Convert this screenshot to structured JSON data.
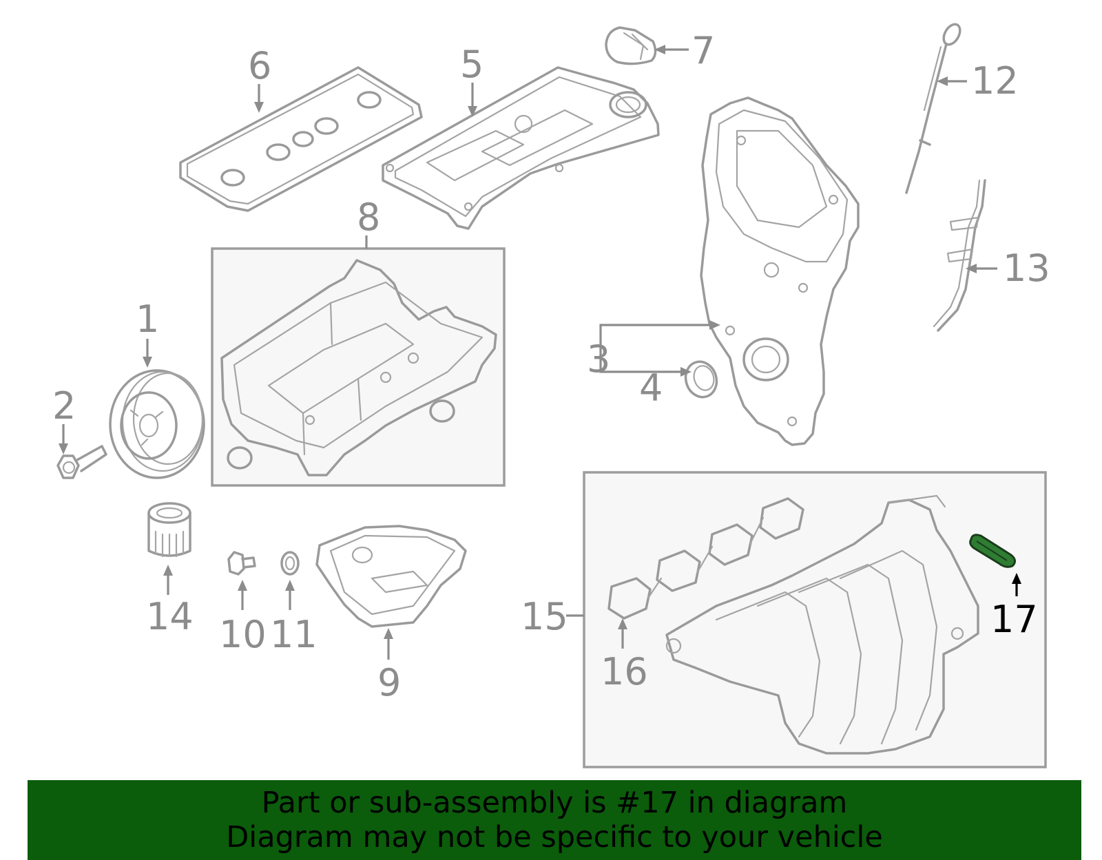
{
  "colors": {
    "banner_bg": "#0b5c0b",
    "part_stroke": "#9a9a9a",
    "callout_text": "#8c8c8c",
    "highlight_part": "#2e7d32",
    "highlight_label": "#000000"
  },
  "callouts": {
    "c1": "1",
    "c2": "2",
    "c3": "3",
    "c4": "4",
    "c5": "5",
    "c6": "6",
    "c7": "7",
    "c8": "8",
    "c9": "9",
    "c10": "10",
    "c11": "11",
    "c12": "12",
    "c13": "13",
    "c14": "14",
    "c15": "15",
    "c16": "16",
    "c17": "17"
  },
  "highlighted_callout": "17",
  "banner": {
    "line1": "Part or sub-assembly is #17 in diagram",
    "line2": "Diagram may not be specific to your vehicle"
  }
}
